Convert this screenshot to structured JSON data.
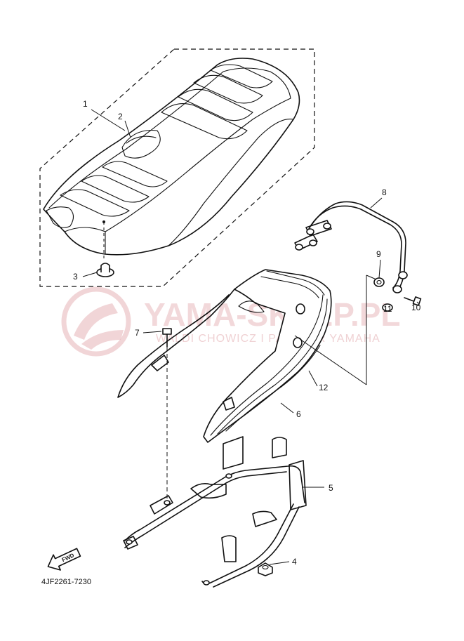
{
  "diagram": {
    "part_code": "4JF2261-7230",
    "fwd_label": "FWD",
    "watermark": {
      "main": "YAMA-SKLEP.PL",
      "sub": "WALDI CHOWICZ I PARTNER YAMAHA"
    },
    "callouts": [
      "1",
      "2",
      "3",
      "4",
      "5",
      "6",
      "7",
      "8",
      "9",
      "10",
      "11",
      "12"
    ],
    "colors": {
      "line": "#111111",
      "watermark": "#e8b9bd",
      "background": "#ffffff"
    }
  }
}
